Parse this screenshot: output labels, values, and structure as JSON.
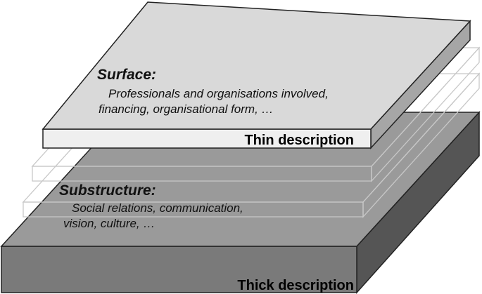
{
  "surface": {
    "title": "Surface:",
    "lines": [
      "Professionals and organisations involved,",
      "financing, organisational form, …"
    ],
    "label": "Thin description"
  },
  "substructure": {
    "title": "Substructure:",
    "lines": [
      "Social relations, communication,",
      "vision, culture, …"
    ],
    "label": "Thick description"
  },
  "colors": {
    "surface_top": "#d9d9d9",
    "surface_front": "#efefef",
    "surface_side": "#a6a6a6",
    "thick_top": "#9a9a9a",
    "thick_front": "#7a7a7a",
    "thick_side": "#555555",
    "ghost_stroke": "#c8c8c8"
  }
}
